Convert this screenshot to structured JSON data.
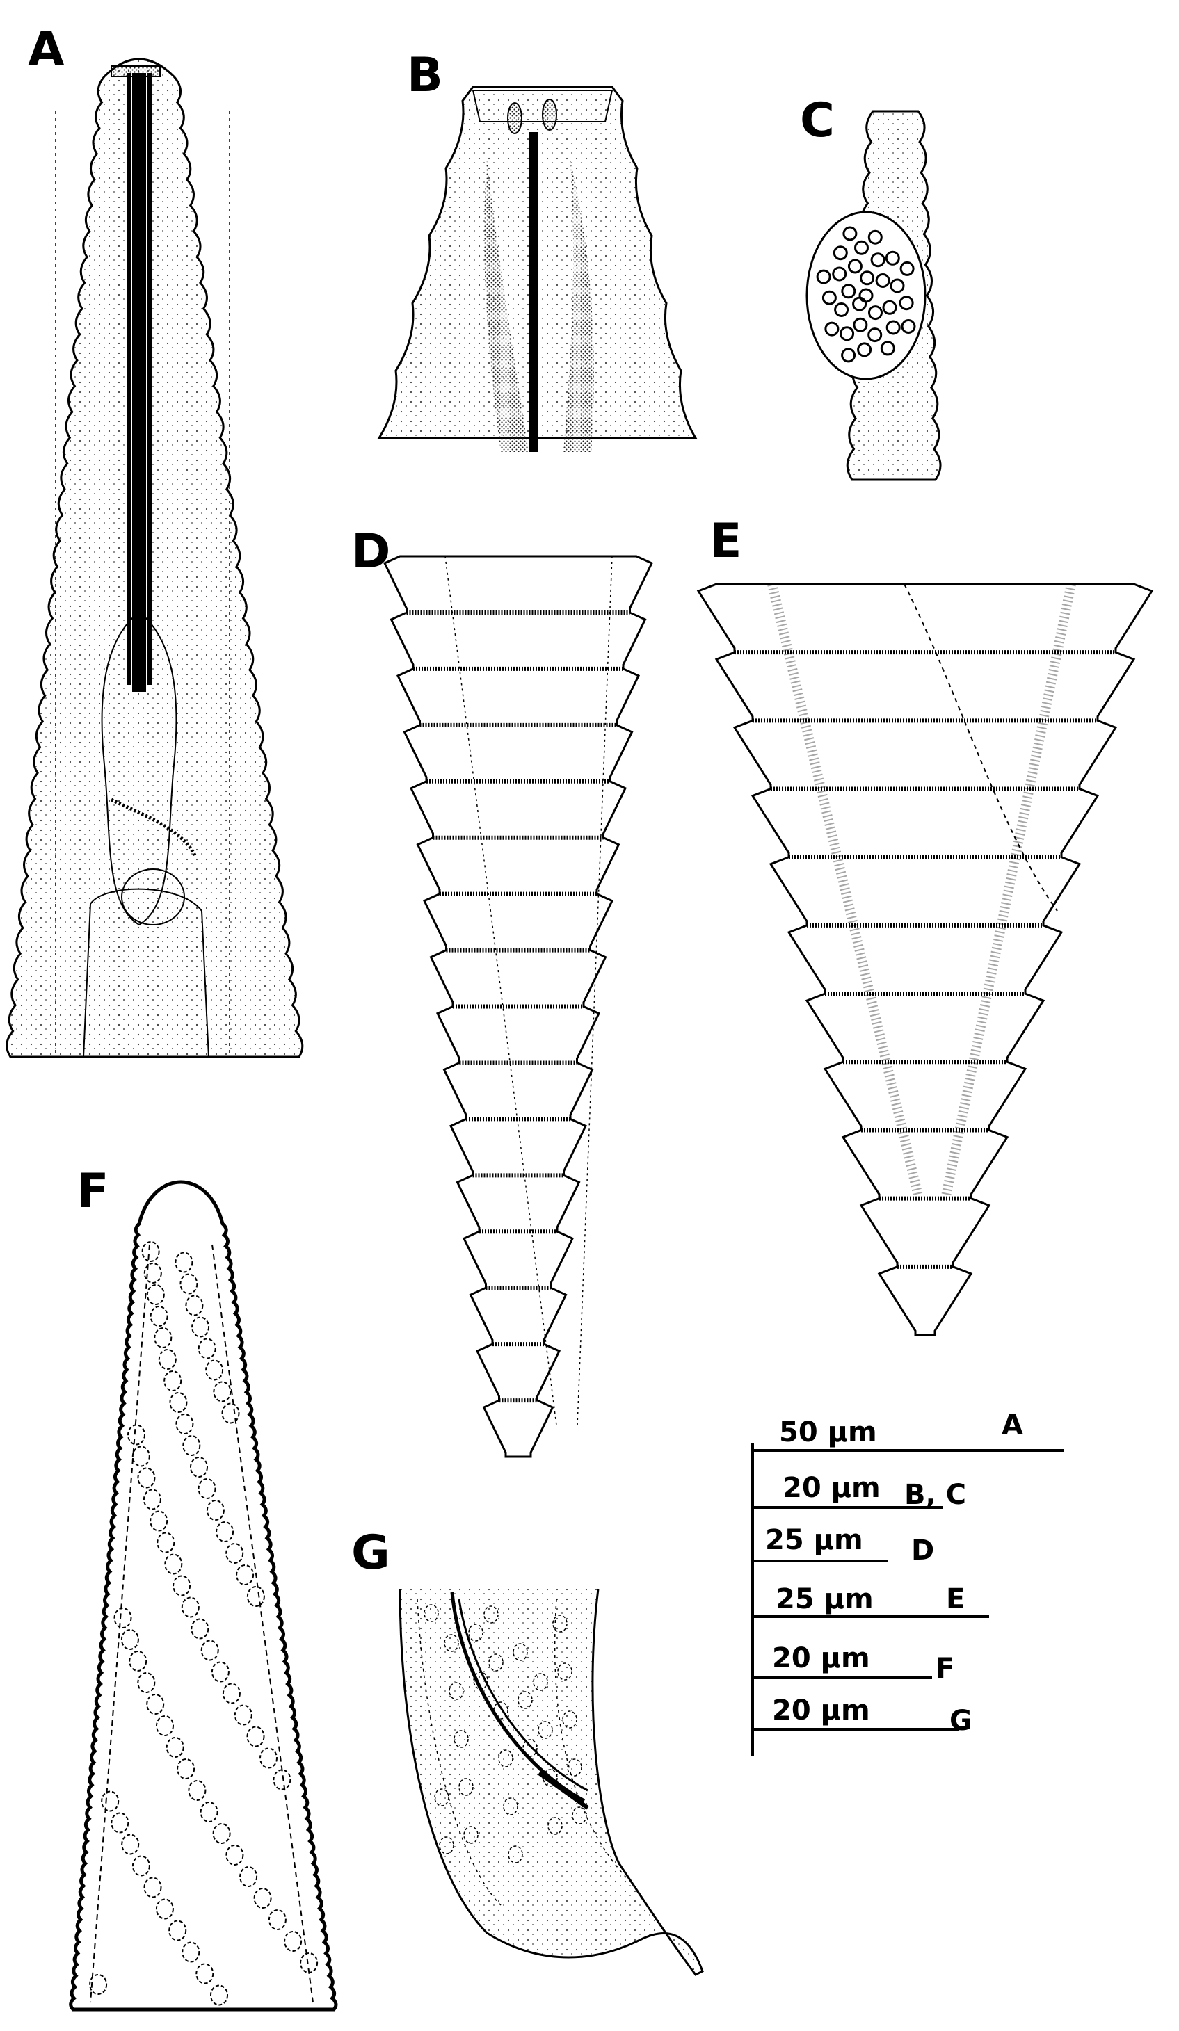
{
  "panels": {
    "a": "A",
    "b": "B",
    "c": "C",
    "d": "D",
    "e": "E",
    "f": "F",
    "g": "G"
  },
  "scale_bars": [
    {
      "length": "50 µm",
      "panels": "A"
    },
    {
      "length": "20 µm",
      "panels": "B, C"
    },
    {
      "length": "25 µm",
      "panels": "D"
    },
    {
      "length": "25 µm",
      "panels": "E"
    },
    {
      "length": "20 µm",
      "panels": "F"
    },
    {
      "length": "20 µm",
      "panels": "G"
    }
  ],
  "colors": {
    "ink": "#000000",
    "stipple": "#444444",
    "background": "#ffffff"
  }
}
